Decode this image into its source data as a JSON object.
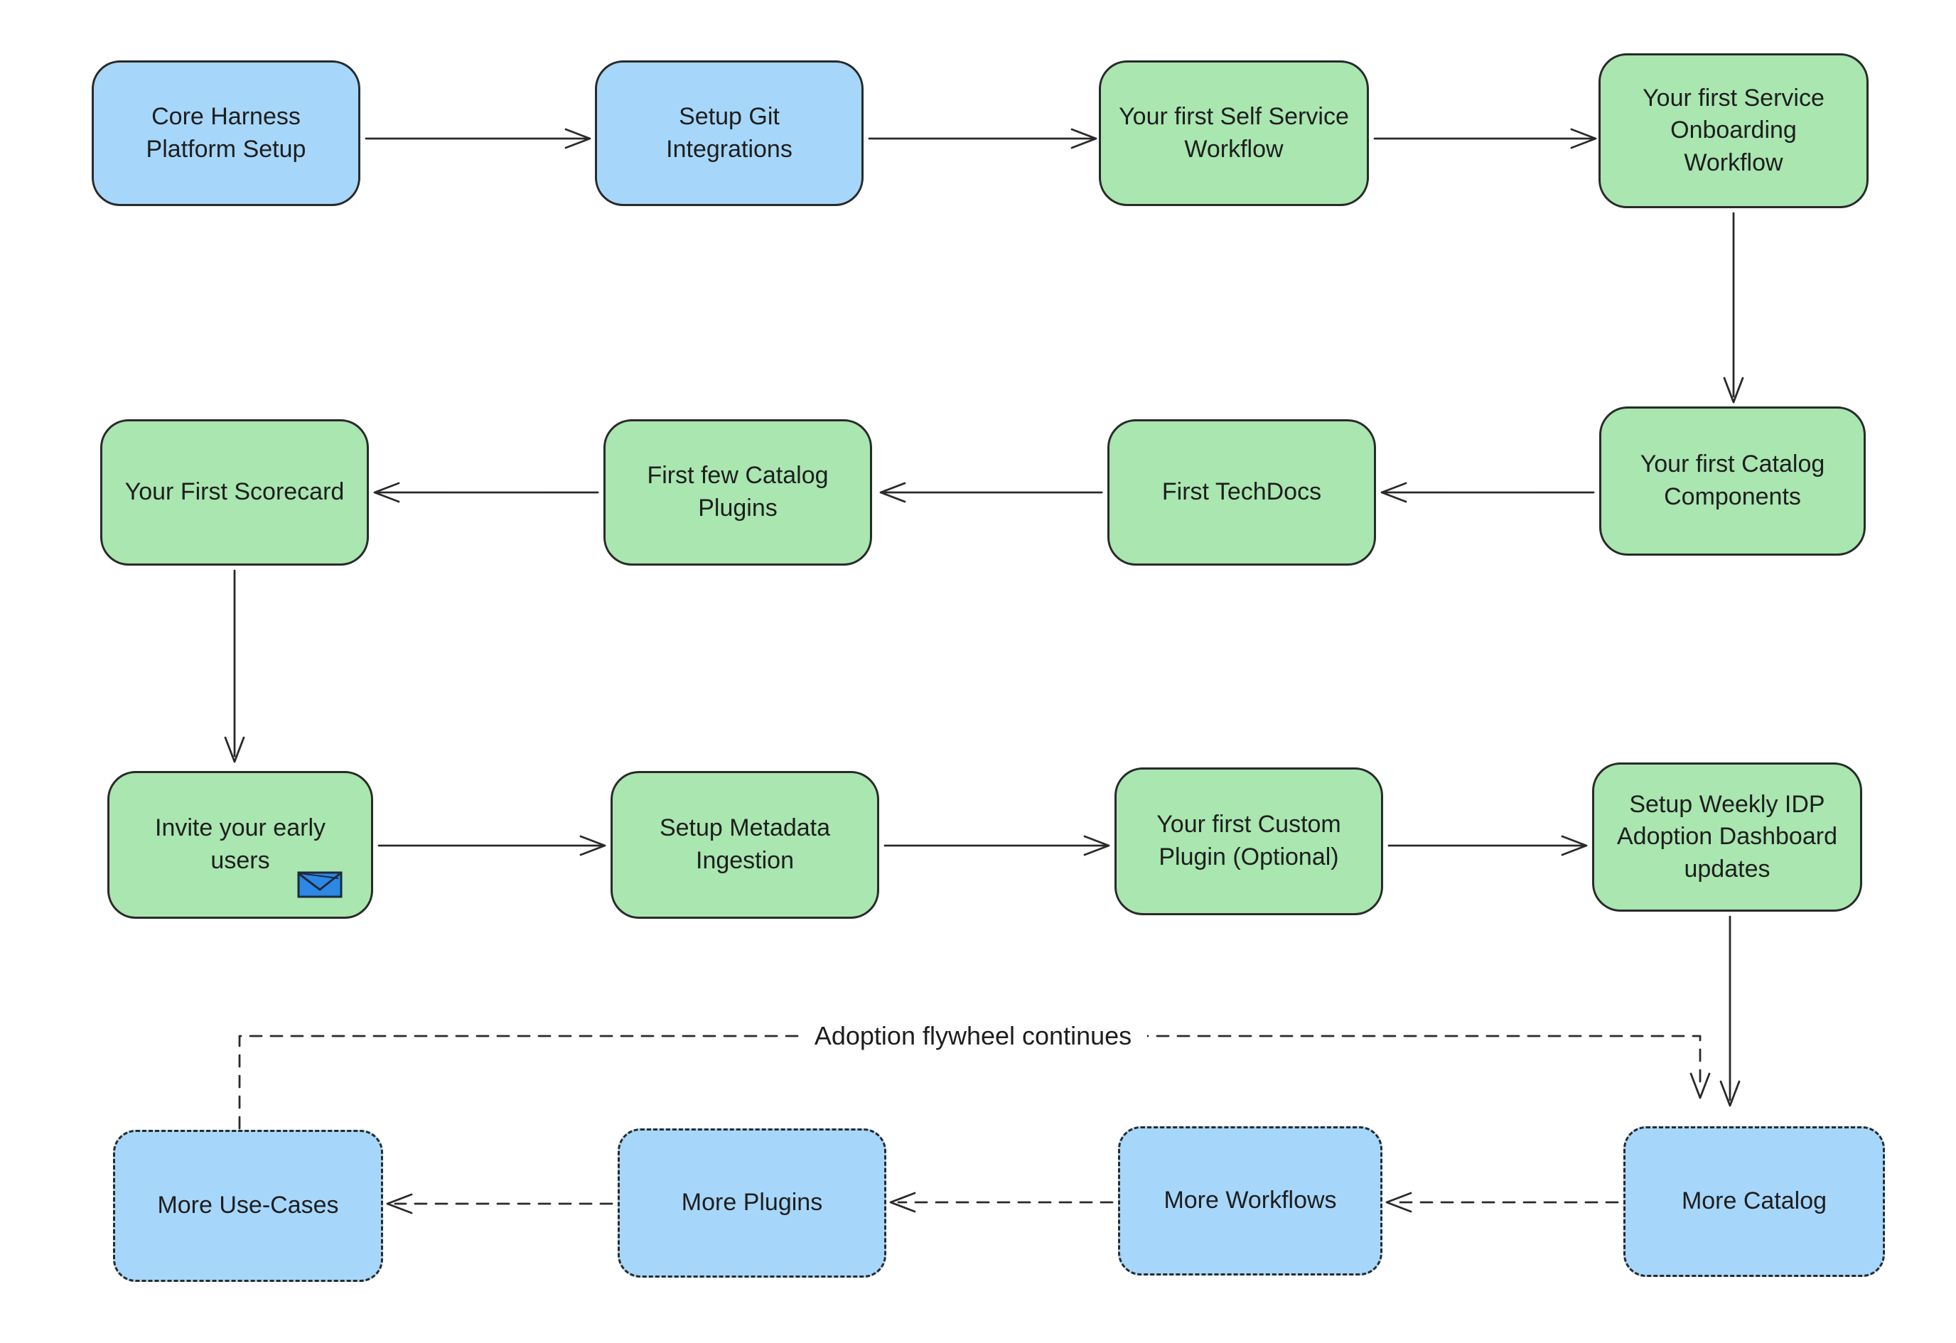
{
  "diagram": {
    "flywheel_label": "Adoption flywheel continues",
    "colors": {
      "background": "#ffffff",
      "green_fill": "#a9e6b0",
      "blue_fill": "#a6d7fa",
      "stroke": "#2a2a2a",
      "text": "#1e1e1e",
      "envelope_fill": "#2d88e5",
      "envelope_stroke": "#1c2b3c"
    },
    "nodes": [
      {
        "label": "Core Harness\nPlatform Setup",
        "fill": "blue",
        "border": "solid"
      },
      {
        "label": "Setup Git\nIntegrations",
        "fill": "blue",
        "border": "solid"
      },
      {
        "label": "Your first Self Service\nWorkflow",
        "fill": "green",
        "border": "solid"
      },
      {
        "label": "Your first Service\nOnboarding\nWorkflow",
        "fill": "green",
        "border": "solid"
      },
      {
        "label": "Your first Catalog\nComponents",
        "fill": "green",
        "border": "solid"
      },
      {
        "label": "First TechDocs",
        "fill": "green",
        "border": "solid"
      },
      {
        "label": "First few Catalog\nPlugins",
        "fill": "green",
        "border": "solid"
      },
      {
        "label": "Your First Scorecard",
        "fill": "green",
        "border": "solid"
      },
      {
        "label": "Invite your early\nusers",
        "fill": "green",
        "border": "solid",
        "icon": "envelope"
      },
      {
        "label": "Setup Metadata\nIngestion",
        "fill": "green",
        "border": "solid"
      },
      {
        "label": "Your first Custom\nPlugin (Optional)",
        "fill": "green",
        "border": "solid"
      },
      {
        "label": "Setup Weekly IDP\nAdoption Dashboard\nupdates",
        "fill": "green",
        "border": "solid"
      },
      {
        "label": "More Catalog",
        "fill": "blue",
        "border": "dashed"
      },
      {
        "label": "More Workflows",
        "fill": "blue",
        "border": "dashed"
      },
      {
        "label": "More Plugins",
        "fill": "blue",
        "border": "dashed"
      },
      {
        "label": "More Use-Cases",
        "fill": "blue",
        "border": "dashed"
      }
    ]
  }
}
